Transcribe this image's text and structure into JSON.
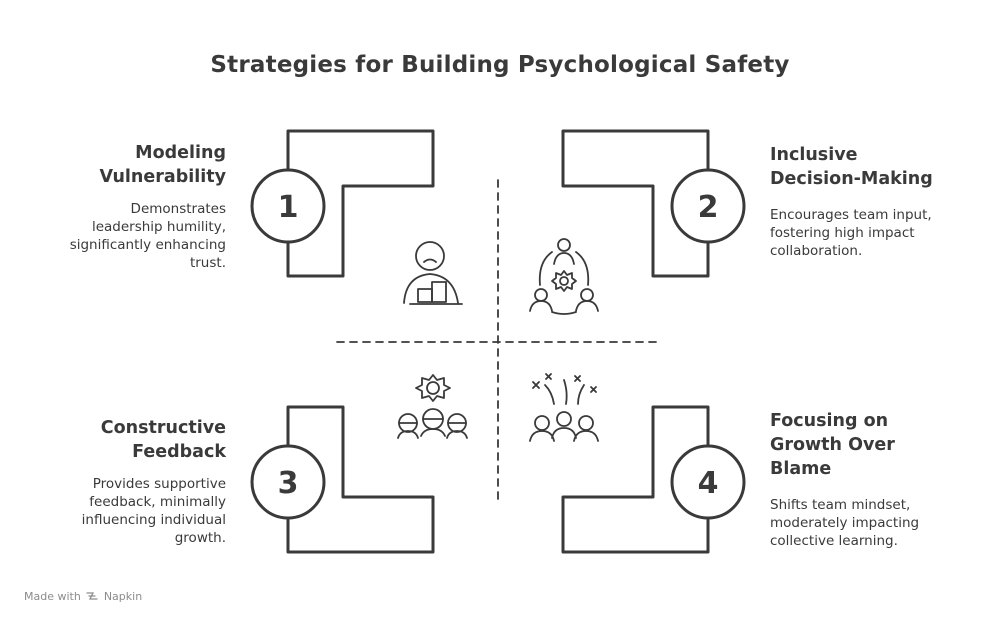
{
  "title": "Strategies for Building Psychological Safety",
  "quadrants": [
    {
      "number": "1",
      "heading": [
        "Modeling",
        "Vulnerability"
      ],
      "description": [
        "Demonstrates",
        "leadership humility,",
        "significantly enhancing",
        "trust."
      ],
      "icon": "leader-humility-icon"
    },
    {
      "number": "2",
      "heading": [
        "Inclusive",
        "Decision-Making"
      ],
      "description": [
        "Encourages team input,",
        "fostering high impact",
        "collaboration."
      ],
      "icon": "team-collaboration-icon"
    },
    {
      "number": "3",
      "heading": [
        "Constructive",
        "Feedback"
      ],
      "description": [
        "Provides supportive",
        "feedback, minimally",
        "influencing individual",
        "growth."
      ],
      "icon": "team-feedback-icon"
    },
    {
      "number": "4",
      "heading": [
        "Focusing on",
        "Growth Over",
        "Blame"
      ],
      "description": [
        "Shifts team mindset,",
        "moderately impacting",
        "collective learning."
      ],
      "icon": "celebrating-team-icon"
    }
  ],
  "footer": {
    "made_with": "Made with",
    "brand": "Napkin",
    "logo_icon": "napkin-logo-icon"
  }
}
